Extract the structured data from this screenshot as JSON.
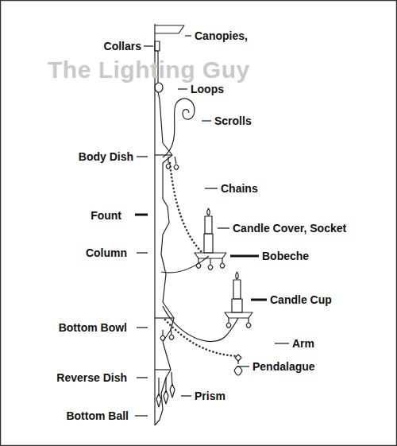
{
  "diagram": {
    "labels": [
      "Collars",
      "Canopies,",
      "The Lighting Guy",
      "Loops",
      "Scrolls",
      "Body Dish",
      "Chains",
      "Fount",
      "Candle Cover, Socket",
      "Column",
      "Bobeche",
      "Candle Cup",
      "Bottom Bowl",
      "Arm",
      "Pendalague",
      "Reverse Dish",
      "Prism",
      "Bottom Ball"
    ]
  }
}
